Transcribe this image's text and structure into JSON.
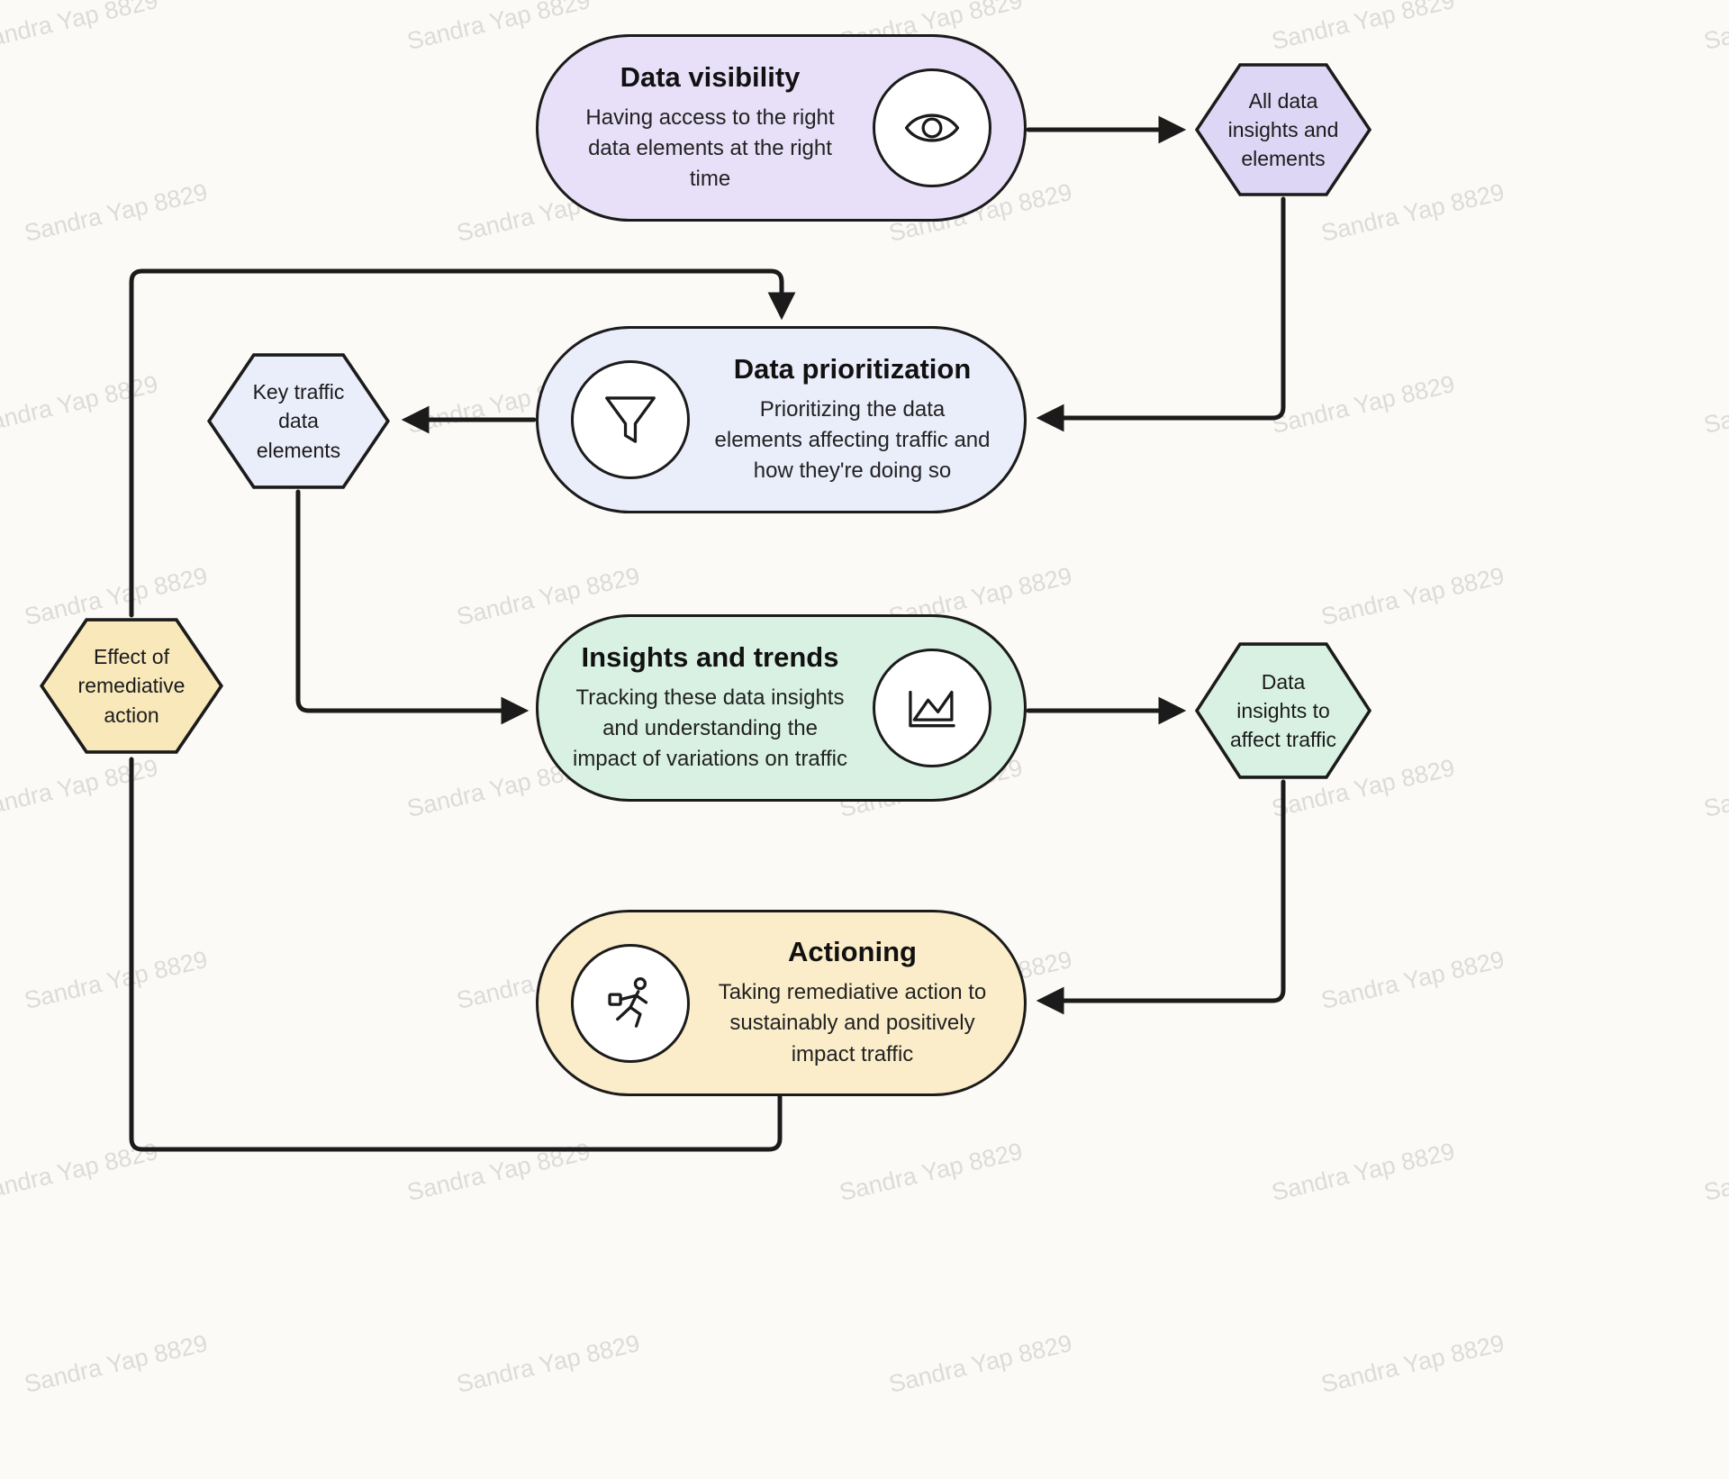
{
  "watermark": {
    "text": "Sandra Yap 8829"
  },
  "colors": {
    "purple": "#e7e0f8",
    "purple_hex": "#ded6f5",
    "blue": "#eaedfa",
    "green": "#d8f1e2",
    "yellow": "#fbedc9",
    "yellow_hex": "#f8e8ba",
    "line": "#1b1b1b"
  },
  "nodes": {
    "visibility": {
      "title": "Data visibility",
      "body": "Having access to the right data elements at the right time",
      "icon": "eye-icon"
    },
    "prioritization": {
      "title": "Data prioritization",
      "body": "Prioritizing the data elements affecting traffic and how they're doing so",
      "icon": "funnel-icon"
    },
    "insights": {
      "title": "Insights and trends",
      "body": "Tracking these data insights and understanding the impact of variations on traffic",
      "icon": "line-chart-icon"
    },
    "actioning": {
      "title": "Actioning",
      "body": "Taking remediative action to sustainably and positively impact traffic",
      "icon": "runner-icon"
    }
  },
  "hexagons": {
    "all_data": {
      "label": "All data insights and elements"
    },
    "key_traffic": {
      "label": "Key traffic data elements"
    },
    "data_insights": {
      "label": "Data insights to affect traffic"
    },
    "effect": {
      "label": "Effect of remediative action"
    }
  }
}
